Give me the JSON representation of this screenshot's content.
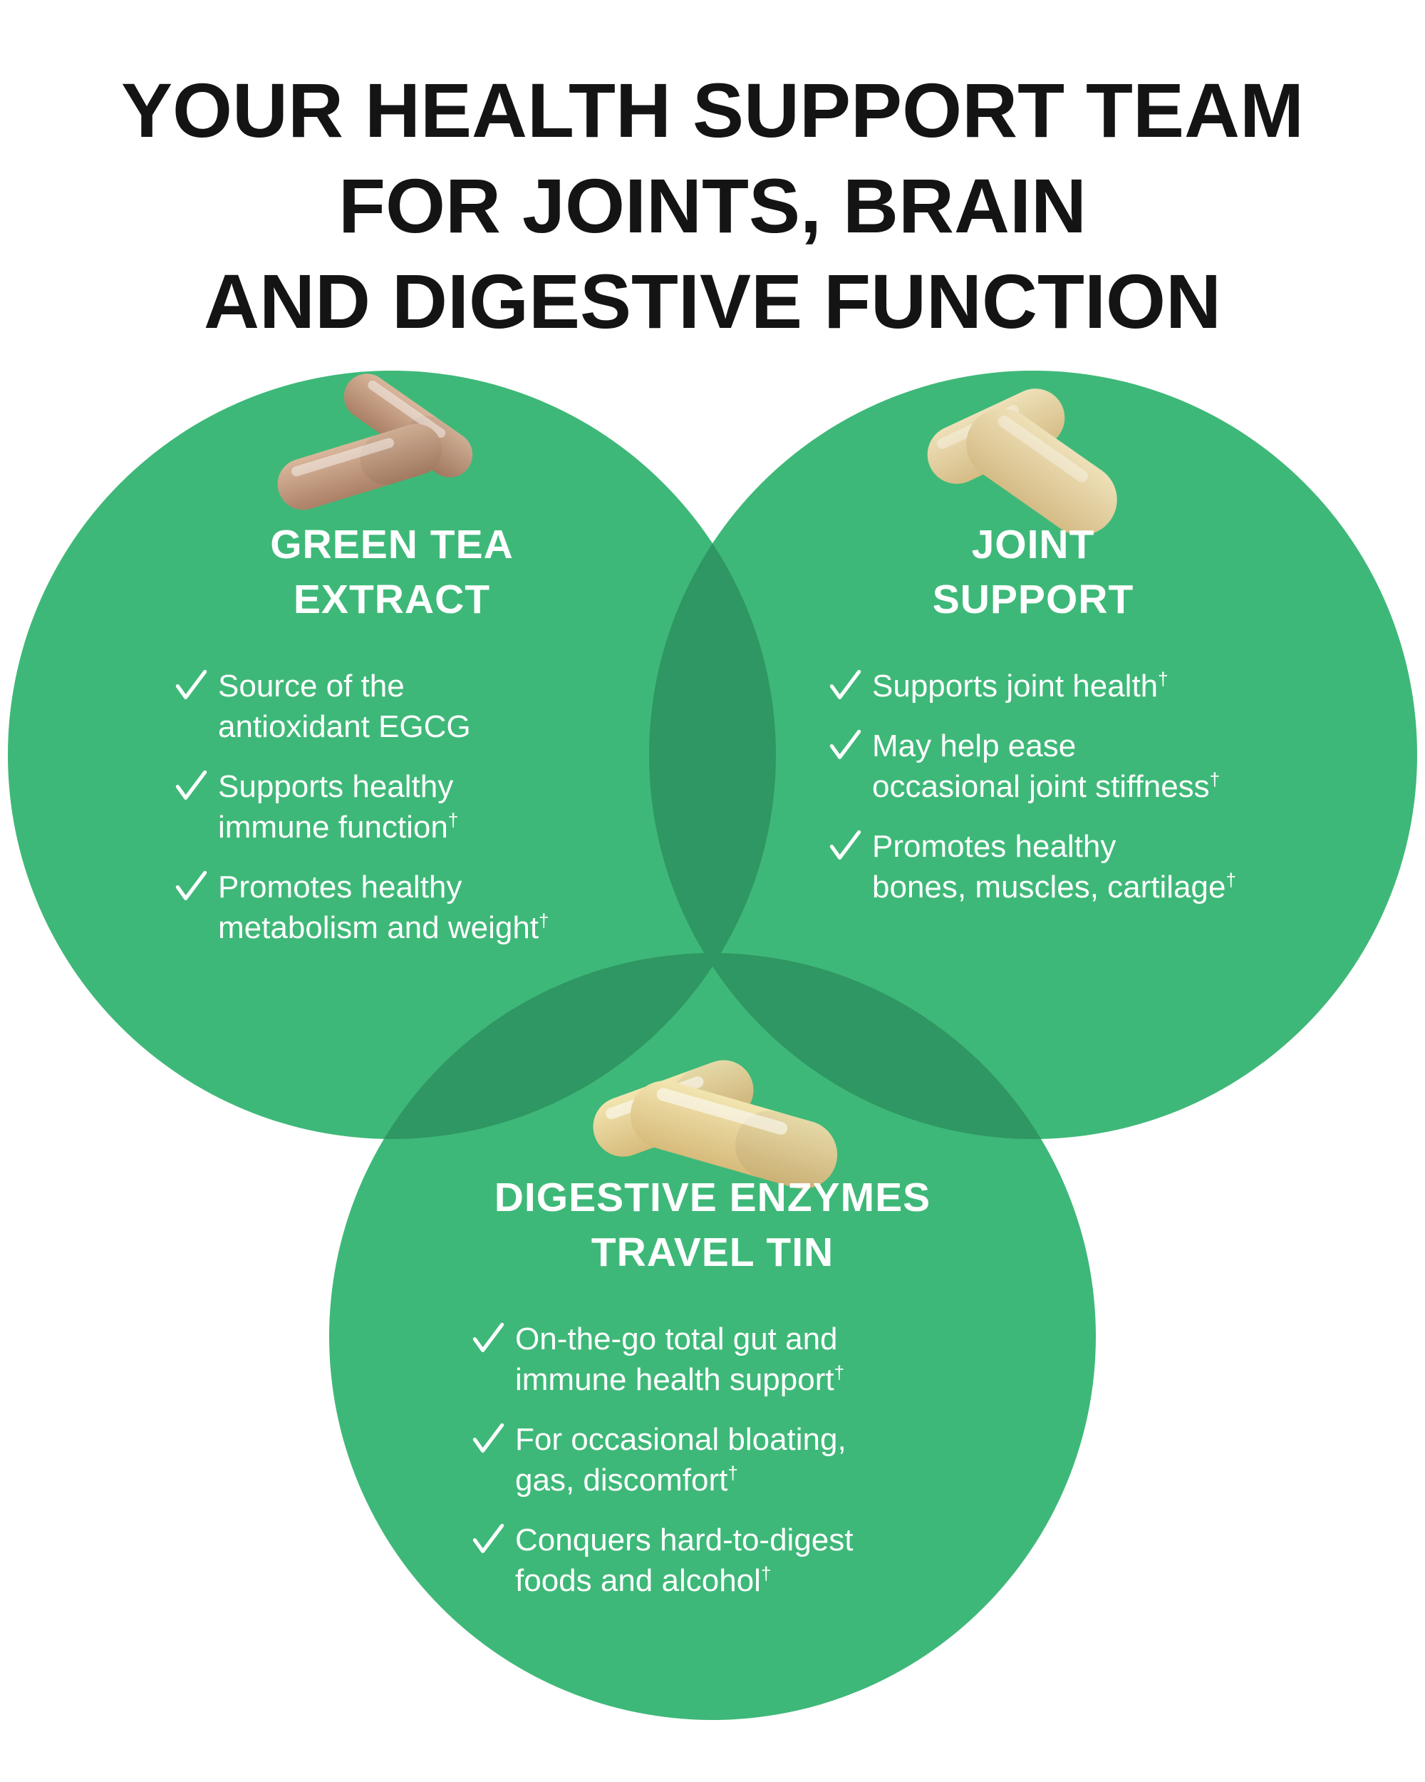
{
  "title": {
    "text": "YOUR HEALTH SUPPORT TEAM\nFOR JOINTS, BRAIN\nAND DIGESTIVE FUNCTION",
    "color": "#141414"
  },
  "venn": {
    "circle_color": "#3eb878",
    "overlap_color": "#2f9763",
    "text_color": "#ffffff"
  },
  "icons": {
    "bullet": "checkmark-icon",
    "green_tea": "capsule-pills-icon",
    "joint": "tablet-pills-icon",
    "digestive": "capsule-pills-icon"
  },
  "circles": [
    {
      "id": "green-tea-extract",
      "heading": "GREEN TEA\nEXTRACT",
      "pill_colors": {
        "light": "#d9b79c",
        "dark": "#ab8066"
      },
      "bullets": [
        {
          "text": "Source of the\nantioxidant EGCG",
          "sup": ""
        },
        {
          "text": "Supports healthy\nimmune function",
          "sup": "†"
        },
        {
          "text": "Promotes healthy\nmetabolism and weight",
          "sup": "†"
        }
      ]
    },
    {
      "id": "joint-support",
      "heading": "JOINT\nSUPPORT",
      "pill_colors": {
        "light": "#eee0b8",
        "dark": "#d5bc86"
      },
      "bullets": [
        {
          "text": "Supports joint health",
          "sup": "†"
        },
        {
          "text": "May help ease\noccasional joint stiffness",
          "sup": "†"
        },
        {
          "text": "Promotes healthy\nbones, muscles, cartilage",
          "sup": "†"
        }
      ]
    },
    {
      "id": "digestive-enzymes-travel-tin",
      "heading": "DIGESTIVE ENZYMES\nTRAVEL TIN",
      "pill_colors": {
        "light": "#f2e5b0",
        "dark": "#d7bb7c"
      },
      "bullets": [
        {
          "text": "On-the-go total gut and\nimmune health support",
          "sup": "†"
        },
        {
          "text": "For occasional bloating,\ngas, discomfort",
          "sup": "†"
        },
        {
          "text": "Conquers hard-to-digest\nfoods and alcohol",
          "sup": "†"
        }
      ]
    }
  ]
}
